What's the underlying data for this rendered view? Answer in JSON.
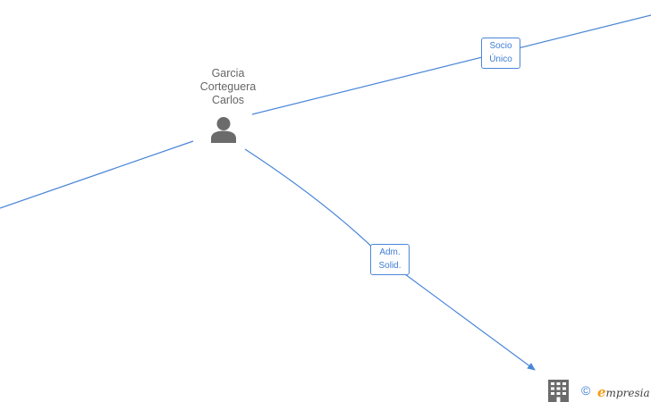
{
  "person": {
    "name_lines": [
      "Garcia",
      "Corteguera",
      "Carlos"
    ],
    "icon": "person-icon"
  },
  "edges": [
    {
      "id": "socio-unico",
      "label_lines": [
        "Socio",
        "Único"
      ]
    },
    {
      "id": "adm-solid",
      "label_lines": [
        "Adm.",
        "Solid."
      ]
    }
  ],
  "company": {
    "icon": "building-icon"
  },
  "footer": {
    "copyright_symbol": "©",
    "brand_first_letter": "e",
    "brand_rest": "mpresia"
  },
  "colors": {
    "edge": "#4a86d8",
    "label_text": "#3f7fd6",
    "icon": "#6b6b6b",
    "brand_accent": "#f39c12"
  }
}
